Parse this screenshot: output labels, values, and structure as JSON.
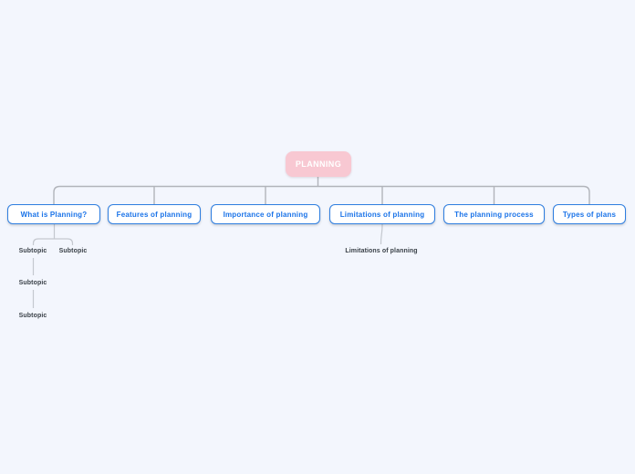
{
  "canvas": {
    "background": "#f3f6fd"
  },
  "palette": {
    "root_fill": "#f8c8d2",
    "root_text": "#ffffff",
    "branch_border": "#2e7ee0",
    "branch_text": "#1a73e8",
    "branch_fill": "#ffffff",
    "connector_color": "#b1b4ba",
    "sub_connector_color": "#c4c8cf",
    "subtopic_text_color": "#3a4148"
  },
  "mindmap": {
    "root": {
      "label": "PLANNING"
    },
    "branches": [
      {
        "label": "What is Planning?",
        "subtopics": [
          {
            "label": "Subtopic",
            "subtopics": [
              {
                "label": "Subtopic",
                "subtopics": [
                  {
                    "label": "Subtopic"
                  }
                ]
              }
            ]
          },
          {
            "label": "Subtopic"
          }
        ]
      },
      {
        "label": "Features of planning"
      },
      {
        "label": "Importance of planning"
      },
      {
        "label": "Limitations of planning",
        "subtopics": [
          {
            "label": "Limitations of planning"
          }
        ]
      },
      {
        "label": "The planning process"
      },
      {
        "label": "Types of plans"
      }
    ]
  }
}
